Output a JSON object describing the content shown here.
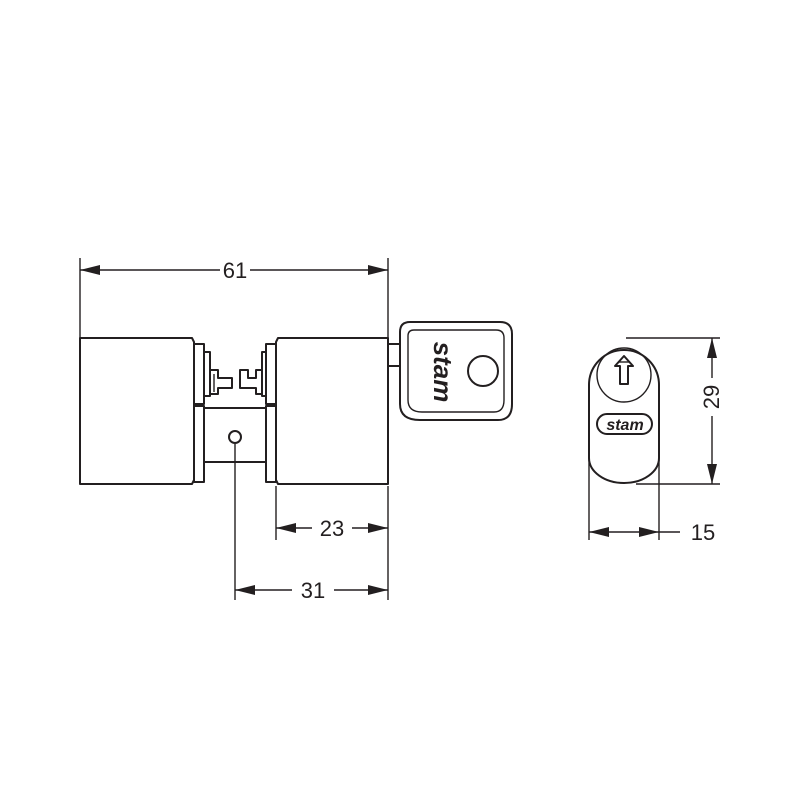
{
  "dimensions": {
    "overall_length": "61",
    "inner_half_length": "23",
    "cam_offset": "31",
    "height": "29",
    "width": "15"
  },
  "brand": {
    "key_logo": "stam",
    "face_logo": "stam"
  },
  "colors": {
    "line": "#231f20",
    "background": "#ffffff"
  }
}
